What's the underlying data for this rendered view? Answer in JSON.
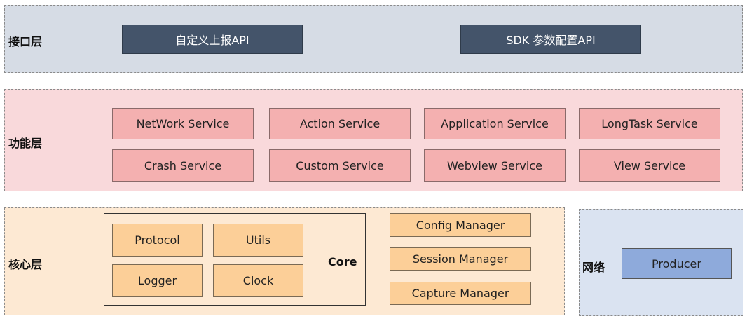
{
  "interface_layer": {
    "label": "接口层",
    "apis": [
      "自定义上报API",
      "SDK 参数配置API"
    ]
  },
  "function_layer": {
    "label": "功能层",
    "services": [
      "NetWork Service",
      "Action Service",
      "Application Service",
      "LongTask Service",
      "Crash Service",
      "Custom Service",
      "Webview Service",
      "View Service"
    ]
  },
  "core_layer": {
    "label": "核心层",
    "core_title": "Core",
    "core_items": [
      "Protocol",
      "Utils",
      "Logger",
      "Clock"
    ],
    "managers": [
      "Config Manager",
      "Session Manager",
      "Capture Manager"
    ]
  },
  "network_layer": {
    "label": "网络",
    "items": [
      "Producer"
    ]
  },
  "colors": {
    "interface_bg": "#d6dce5",
    "api_fill": "#44546a",
    "function_bg": "#f9d9db",
    "service_fill": "#f4b0b0",
    "core_bg": "#fde9d3",
    "core_item_fill": "#fccf98",
    "network_bg": "#dae3f1",
    "producer_fill": "#8eaadb"
  }
}
